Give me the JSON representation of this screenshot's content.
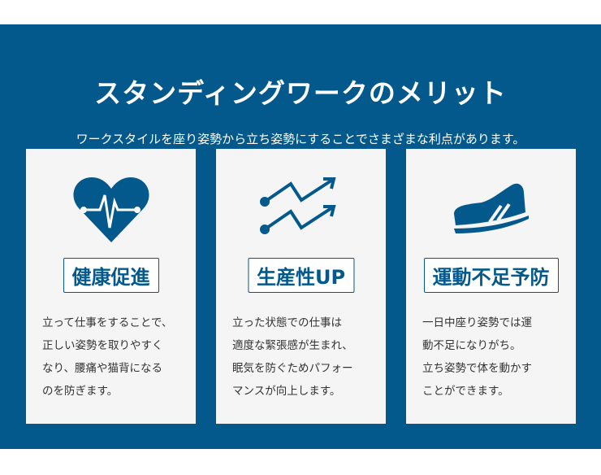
{
  "title": "スタンディングワークのメリット",
  "subtitle": "ワークスタイルを座り姿勢から立ち姿勢にすることでさまざまな利点があります。",
  "cards": [
    {
      "icon": "heart-pulse-icon",
      "label": "健康促進",
      "lines": [
        "立って仕事をすることで、",
        "正しい姿勢を取りやすく",
        "なり、腰痛や猫背になる",
        "のを防ぎます。"
      ]
    },
    {
      "icon": "trend-arrows-icon",
      "label": "生産性UP",
      "lines": [
        "立った状態での仕事は",
        "適度な緊張感が生まれ、",
        "眠気を防ぐためパフォー",
        "マンスが向上します。"
      ]
    },
    {
      "icon": "sneaker-icon",
      "label": "運動不足予防",
      "lines": [
        "一日中座り姿勢では運",
        "動不足になりがち。",
        "立ち姿勢で体を動かす",
        "ことができます。"
      ]
    }
  ],
  "colors": {
    "brand": "#03598c",
    "card": "#f5f5f5"
  }
}
